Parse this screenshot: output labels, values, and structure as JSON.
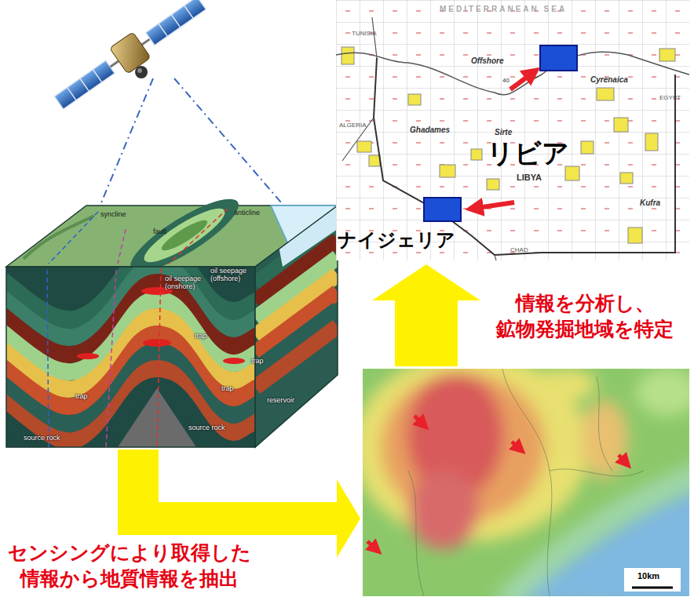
{
  "diagram": {
    "nodes": [
      {
        "text": [
          "syncline",
          "fault",
          "anticline",
          "oil seepage (onshore)",
          "oil seepage (offshore)",
          "trap",
          "trap",
          "trap",
          "trap",
          "reservoir",
          "source rock",
          "source rock"
        ]
      },
      {
        "text": [
          "MEDITERRANEAN SEA",
          "TUNISIA",
          "Offshore",
          "40",
          "Cyrenaica",
          "ALGERIA",
          "Ghadames",
          "Sirte",
          "LIBYA",
          "EGYPT",
          "Kufra",
          "CHAD",
          "リビア",
          "ナイジェリア"
        ]
      },
      {
        "text": [
          "10km"
        ]
      }
    ],
    "edges": [
      {
        "from": 0,
        "to": 2,
        "arrow": "to",
        "label": "センシングにより取得した 情報から地質情報を抽出"
      },
      {
        "from": 2,
        "to": 1,
        "arrow": "to",
        "label": "情報を分析し、 鉱物発掘地域を特定"
      }
    ]
  }
}
